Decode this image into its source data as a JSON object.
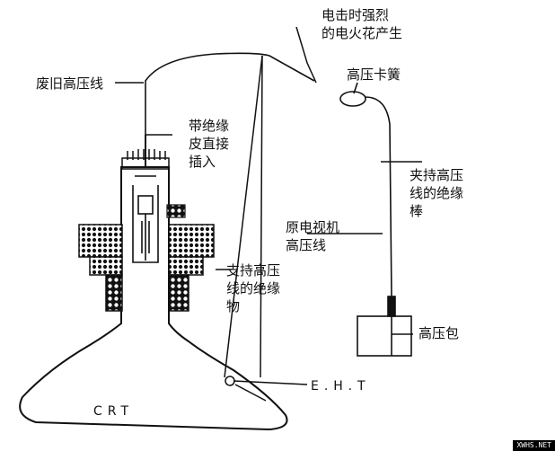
{
  "labels": {
    "spark": [
      "电击时强烈",
      "的电火花产生"
    ],
    "old_wire": "废旧高压线",
    "clip": "高压卡簧",
    "insert": [
      "带绝缘",
      "皮直接",
      "插入"
    ],
    "hold_rod": [
      "夹持高压",
      "线的绝缘",
      "棒"
    ],
    "orig_wire": [
      "原电视机",
      "高压线"
    ],
    "support": [
      "支持高压",
      "线的绝缘",
      "物"
    ],
    "flyback": "高压包",
    "eht": "E.H.T",
    "crt": "CRT"
  },
  "watermark": "XWHS.NET"
}
